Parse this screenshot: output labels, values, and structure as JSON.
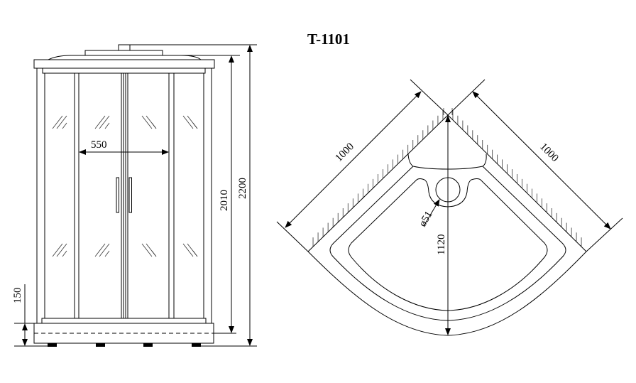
{
  "title": "T-1101",
  "front_view": {
    "door_width": "550",
    "height_without_roof": "2010",
    "total_height": "2200",
    "tray_height": "150"
  },
  "top_view": {
    "side_left": "1000",
    "side_right": "1000",
    "depth": "1120",
    "drain_diameter": "ø51"
  }
}
